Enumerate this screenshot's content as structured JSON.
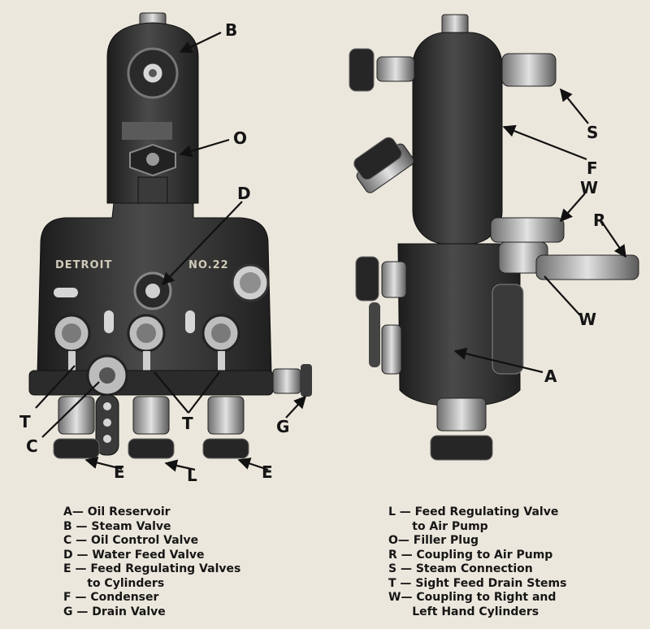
{
  "figure": {
    "inscriptions": {
      "maker": "DETROIT",
      "model": "NO.22"
    },
    "callouts": [
      {
        "id": "B",
        "letter": "B"
      },
      {
        "id": "O",
        "letter": "O"
      },
      {
        "id": "D",
        "letter": "D"
      },
      {
        "id": "T1",
        "letter": "T"
      },
      {
        "id": "C",
        "letter": "C"
      },
      {
        "id": "T2",
        "letter": "T"
      },
      {
        "id": "G",
        "letter": "G"
      },
      {
        "id": "E1",
        "letter": "E"
      },
      {
        "id": "L",
        "letter": "L"
      },
      {
        "id": "E2",
        "letter": "E"
      },
      {
        "id": "S",
        "letter": "S"
      },
      {
        "id": "F",
        "letter": "F"
      },
      {
        "id": "W1",
        "letter": "W"
      },
      {
        "id": "R",
        "letter": "R"
      },
      {
        "id": "W2",
        "letter": "W"
      },
      {
        "id": "A",
        "letter": "A"
      }
    ]
  },
  "legend": {
    "left": [
      {
        "key": "A— ",
        "text": "Oil Reservoir"
      },
      {
        "key": "B — ",
        "text": "Steam Valve"
      },
      {
        "key": "C — ",
        "text": "Oil Control Valve"
      },
      {
        "key": "D — ",
        "text": "Water Feed Valve"
      },
      {
        "key": "E — ",
        "text": "Feed Regulating Valves"
      },
      {
        "key": "      ",
        "text": "to Cylinders"
      },
      {
        "key": "F — ",
        "text": "Condenser"
      },
      {
        "key": "G — ",
        "text": "Drain Valve"
      }
    ],
    "right": [
      {
        "key": "L — ",
        "text": "Feed Regulating Valve"
      },
      {
        "key": "      ",
        "text": "to Air Pump"
      },
      {
        "key": "O— ",
        "text": "Filler Plug"
      },
      {
        "key": "R — ",
        "text": "Coupling to Air Pump"
      },
      {
        "key": "S — ",
        "text": "Steam Connection"
      },
      {
        "key": "T — ",
        "text": "Sight Feed Drain Stems"
      },
      {
        "key": "W— ",
        "text": "Coupling to Right and"
      },
      {
        "key": "      ",
        "text": "Left Hand Cylinders"
      }
    ]
  }
}
